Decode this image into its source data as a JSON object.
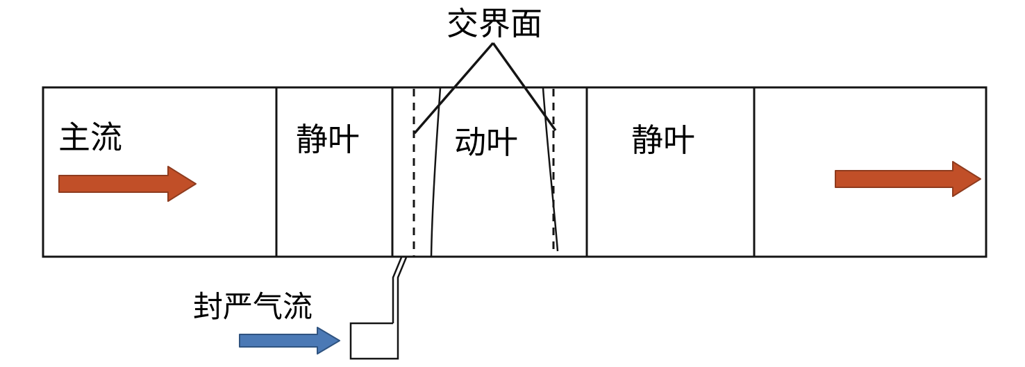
{
  "figure": {
    "type": "schematic-diagram",
    "description": "Axial turbine stage flow schematic with mainstream duct, stator/rotor rows, sliding-mesh interfaces and rim-seal air feed"
  },
  "labels": {
    "interface": "交界面",
    "main_flow": "主流",
    "stator_left": "静叶",
    "rotor": "动叶",
    "stator_right": "静叶",
    "seal_flow": "封严气流"
  },
  "colors": {
    "outline": "#141414",
    "main_arrow_fill": "#c14f28",
    "main_arrow_stroke": "#8e3b1e",
    "seal_arrow_fill": "#4b79b5",
    "seal_arrow_stroke": "#2f5380",
    "text": "#000000"
  }
}
